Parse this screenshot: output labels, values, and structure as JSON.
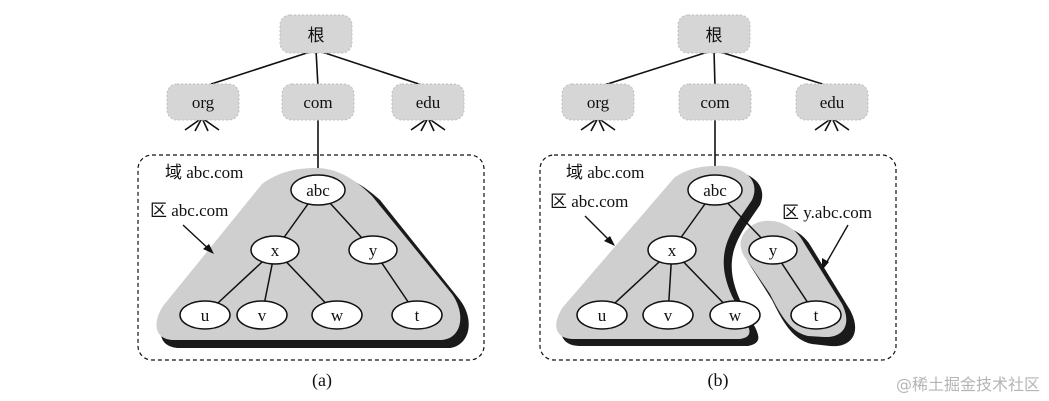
{
  "panels": [
    {
      "id": "a",
      "caption": "(a)",
      "root": "根",
      "tlds": [
        "org",
        "com",
        "edu"
      ],
      "domain_label": "域 abc.com",
      "zones": [
        {
          "label": "区 abc.com"
        }
      ],
      "nodes": {
        "abc": "abc",
        "x": "x",
        "y": "y",
        "u": "u",
        "v": "v",
        "w": "w",
        "t": "t"
      }
    },
    {
      "id": "b",
      "caption": "(b)",
      "root": "根",
      "tlds": [
        "org",
        "com",
        "edu"
      ],
      "domain_label": "域 abc.com",
      "zones": [
        {
          "label": "区 abc.com"
        },
        {
          "label": "区 y.abc.com"
        }
      ],
      "nodes": {
        "abc": "abc",
        "x": "x",
        "y": "y",
        "u": "u",
        "v": "v",
        "w": "w",
        "t": "t"
      }
    }
  ],
  "watermark": "@稀土掘金技术社区",
  "colors": {
    "zone_fill": "#cfcfcf",
    "zone_shadow": "#1a1a1a",
    "box_fill": "#d6d6d6",
    "line": "#111111"
  }
}
